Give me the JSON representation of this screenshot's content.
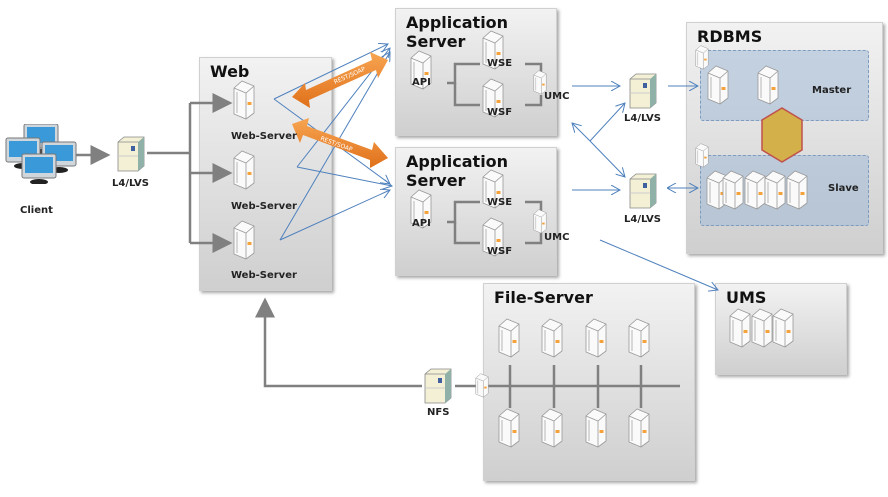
{
  "client": {
    "label": "Client",
    "icon": "desktop-computers-icon"
  },
  "lb_client": {
    "label": "L4/LVS"
  },
  "web": {
    "title": "Web",
    "servers": [
      "Web-Server",
      "Web-Server",
      "Web-Server"
    ]
  },
  "rest": {
    "arrows": [
      "REST/SOAP",
      "REST/SOAP"
    ]
  },
  "app_servers": [
    {
      "title": "Application Server",
      "api": "API",
      "wse": "WSE",
      "wsf": "WSF",
      "umc": "UMC"
    },
    {
      "title": "Application Server",
      "api": "API",
      "wse": "WSE",
      "wsf": "WSF",
      "umc": "UMC"
    }
  ],
  "lb_db": [
    {
      "label": "L4/LVS"
    },
    {
      "label": "L4/LVS"
    }
  ],
  "rdbms": {
    "title": "RDBMS",
    "master": "Master",
    "slave": "Slave"
  },
  "ums": {
    "title": "UMS"
  },
  "file_server": {
    "title": "File-Server"
  },
  "nfs": {
    "label": "NFS"
  },
  "colors": {
    "arrow_blue": "#4f81bd",
    "rest_orange": "#f08a24",
    "sync_gold": "#d4b04a",
    "connector_gray": "#808080"
  }
}
